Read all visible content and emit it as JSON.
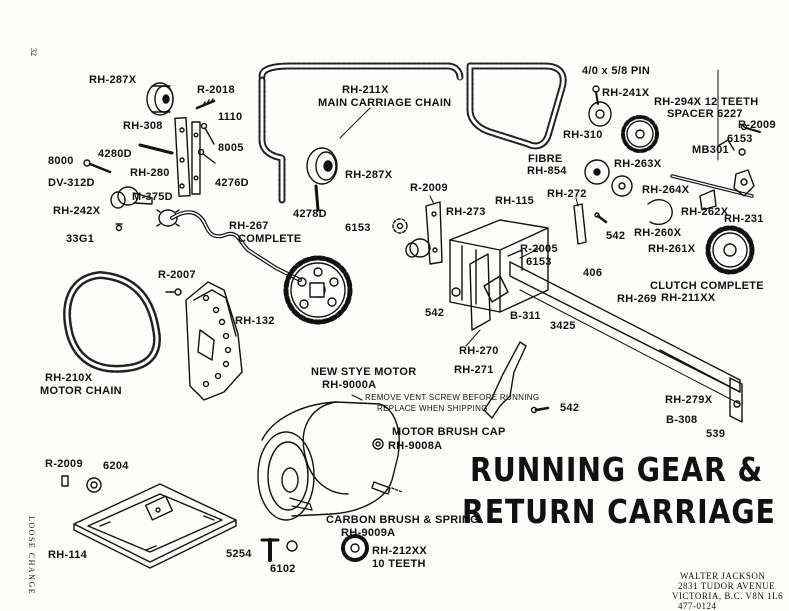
{
  "page_number": "32",
  "side_note": "LOOSE CHANGE",
  "title": {
    "line1": "RUNNING GEAR &",
    "line2": "RETURN CARRIAGE"
  },
  "address": {
    "name": "WALTER JACKSON",
    "street": "2831 TUDOR AVENUE",
    "city": "VICTORIA, B.C.  V8N 1L6",
    "phone": "477-0124"
  },
  "labels": {
    "rh287x_top": "RH-287X",
    "r2018": "R-2018",
    "n1110": "1110",
    "rh308": "RH-308",
    "n8005": "8005",
    "n4280d": "4280D",
    "n8000": "8000",
    "dv312d": "DV-312D",
    "rh280": "RH-280",
    "n4276d": "4276D",
    "m375d": "M-375D",
    "rh242x": "RH-242X",
    "n3361": "33G1",
    "rh211x": "RH-211X",
    "main_chain": "MAIN CARRIAGE CHAIN",
    "rh287x_mid": "RH-287X",
    "n4278d": "4278D",
    "rh267": "RH-267",
    "complete": "COMPLETE",
    "r2009_mid": "R-2009",
    "n6153_left": "6153",
    "rh273": "RH-273",
    "pin": "4/0 x 5/8 PIN",
    "rh241x": "RH-241X",
    "rh294x": "RH-294X 12 TEETH",
    "spacer": "SPACER 6227",
    "r2009_right": "R-2009",
    "n6153_right": "6153",
    "mb301": "MB301",
    "rh310": "RH-310",
    "fibre": "FIBRE",
    "rh854": "RH-854",
    "rh263x": "RH-263X",
    "rh264x": "RH-264X",
    "rh262x": "RH-262X",
    "rh231": "RH-231",
    "rh260x": "RH-260X",
    "rh261x": "RH-261X",
    "rh115": "RH-115",
    "rh272": "RH-272",
    "n542_a": "542",
    "r2005": "R-2005",
    "n6153_c": "6153",
    "n406": "406",
    "clutch": "CLUTCH COMPLETE",
    "rh211xx": "RH-211XX",
    "r2007": "R-2007",
    "rh132": "RH-132",
    "n542_b": "542",
    "b311": "B-311",
    "n3425": "3425",
    "rh269": "RH-269",
    "rh210x": "RH-210X",
    "motor_chain": "MOTOR CHAIN",
    "rh270": "RH-270",
    "rh271": "RH-271",
    "new_motor": "NEW STYE MOTOR",
    "rh9000a": "RH-9000A",
    "remove_note": "REMOVE VENT SCREW BEFORE RUNNING",
    "replace_note": "REPLACE WHEN SHIPPING",
    "n542_c": "542",
    "rh279x": "RH-279X",
    "b308": "B-308",
    "n539": "539",
    "brush_cap": "MOTOR BRUSH CAP",
    "rh9008a": "RH-9008A",
    "r2009_bottom": "R-2009",
    "n6204": "6204",
    "carbon": "CARBON BRUSH & SPRING",
    "rh9009a": "RH-9009A",
    "rh114": "RH-114",
    "n5254": "5254",
    "n6102": "6102",
    "rh212xx": "RH-212XX",
    "ten_teeth": "10 TEETH"
  }
}
